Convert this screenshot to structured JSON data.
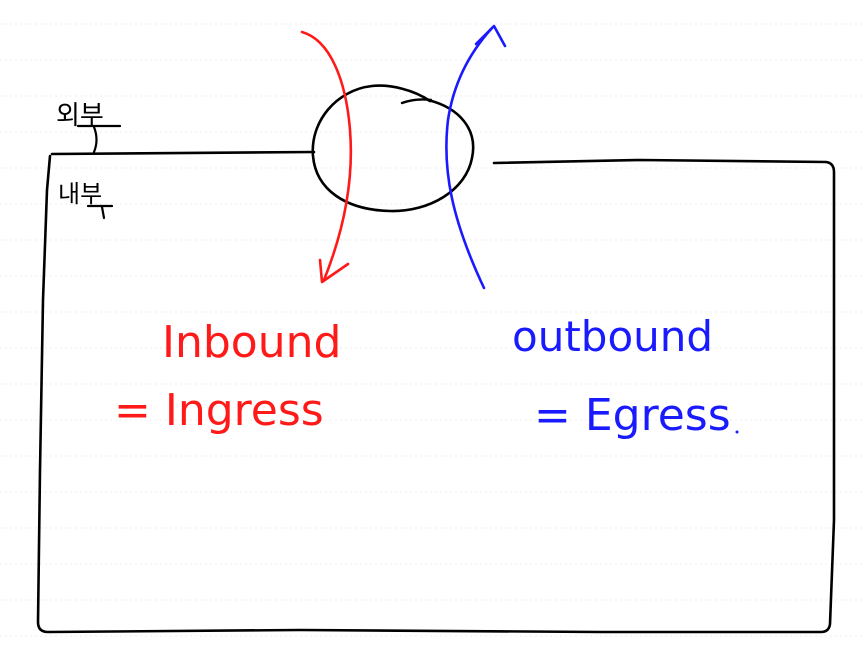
{
  "labels": {
    "outside": "외부",
    "inside": "내부",
    "inbound": "Inbound",
    "ingress": "= Ingress",
    "outbound": "outbound",
    "egress": "= Egress"
  },
  "colors": {
    "ink": "#000000",
    "inbound": "#ff1a1a",
    "outbound": "#1a1aff",
    "ruled_lines": "#ececec"
  }
}
